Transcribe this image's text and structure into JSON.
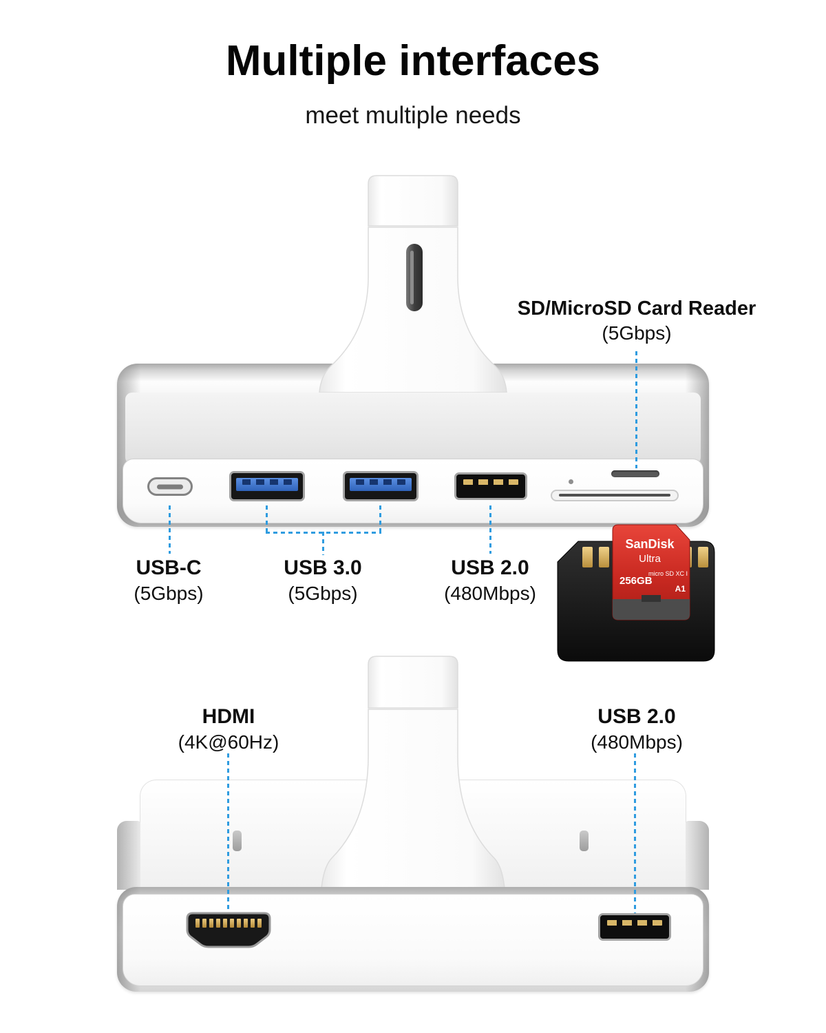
{
  "header": {
    "title": "Multiple interfaces",
    "subtitle": "meet multiple needs"
  },
  "front_view": {
    "card_reader_label": {
      "name": "SD/MicroSD Card Reader",
      "spec": "(5Gbps)"
    },
    "usb_c_label": {
      "name": "USB-C",
      "spec": "(5Gbps)"
    },
    "usb3_label": {
      "name": "USB 3.0",
      "spec": "(5Gbps)"
    },
    "usb2_label": {
      "name": "USB 2.0",
      "spec": "(480Mbps)"
    }
  },
  "back_view": {
    "hdmi_label": {
      "name": "HDMI",
      "spec": "(4K@60Hz)"
    },
    "usb2_label": {
      "name": "USB 2.0",
      "spec": "(480Mbps)"
    }
  },
  "micro_sd_card": {
    "brand": "SanDisk",
    "series": "Ultra",
    "capacity": "256GB",
    "card_type": "micro SD XC I",
    "speed_class": "A1"
  },
  "colors": {
    "accent_blue": "#2F9CE0",
    "usb3_blue": "#3A74C9",
    "sandisk_red": "#CE2620",
    "title_text": "#050505",
    "label_text": "#0F0F0F"
  }
}
